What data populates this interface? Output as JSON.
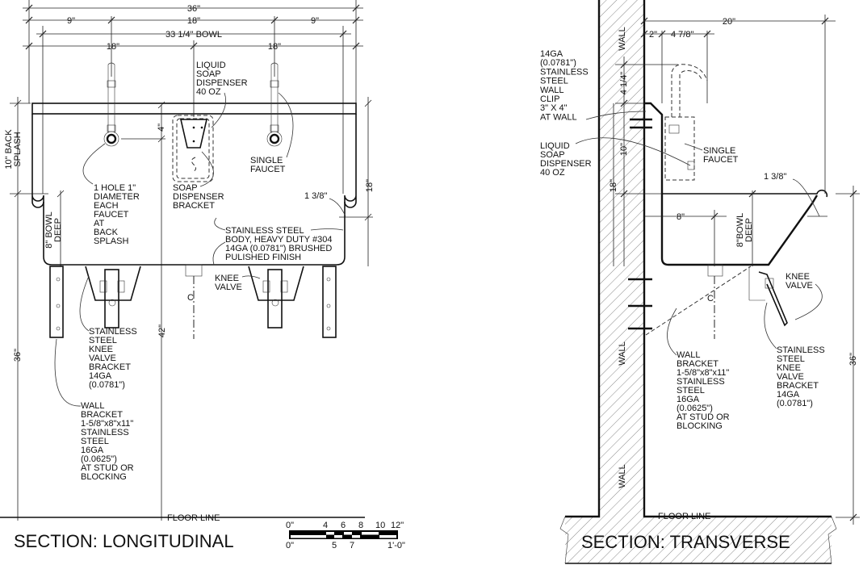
{
  "longitudinal": {
    "title": "SECTION: LONGITUDINAL",
    "floor_line": "FLOOR LINE",
    "dims": {
      "overall": "36\"",
      "left": "9\"",
      "center": "18\"",
      "right": "9\"",
      "bowl": "33 1/4\" BOWL",
      "faucet_left": "18\"",
      "faucet_right": "18\"",
      "four": "4\"",
      "rim": "1 3/8\"",
      "height_right": "18\"",
      "h42": "42\"",
      "h36": "36\""
    },
    "backsplash": [
      "10\" BACK",
      "SPLASH"
    ],
    "bowl_deep": [
      "8\" BOWL",
      "DEEP"
    ],
    "notes": {
      "liquid_soap": [
        "LIQUID",
        "SOAP",
        "DISPENSER",
        "40 OZ"
      ],
      "hole": [
        "1 HOLE 1\"",
        "DIAMETER",
        "EACH",
        "FAUCET",
        "AT",
        "BACK",
        "SPLASH"
      ],
      "soap_bracket": [
        "SOAP",
        "DISPENSER",
        "BRACKET"
      ],
      "single_faucet": [
        "SINGLE",
        "FAUCET"
      ],
      "body": [
        "STAINLESS STEEL",
        "BODY, HEAVY DUTY #304",
        "14GA (0.0781\") BRUSHED",
        "PULISHED FINISH"
      ],
      "knee_valve": [
        "KNEE",
        "VALVE"
      ],
      "knee_bracket": [
        "STAINLESS",
        "STEEL",
        "KNEE",
        "VALVE",
        "BRACKET",
        "14GA",
        "(0.0781\")"
      ],
      "wall_bracket": [
        "WALL",
        "BRACKET",
        "1-5/8\"x8\"x11\"",
        "STAINLESS",
        "STEEL",
        "16GA",
        "(0.0625\")",
        "AT STUD OR",
        "BLOCKING"
      ]
    }
  },
  "scale_bar": {
    "top": [
      "0\"",
      "4",
      "6",
      "8",
      "10",
      "12\""
    ],
    "bottom": [
      "0\"",
      "5",
      "7",
      "1'-0\""
    ]
  },
  "transverse": {
    "title": "SECTION: TRANSVERSE",
    "floor_line": "FLOOR LINE",
    "wall_label": "WALL",
    "dims": {
      "depth": "20\"",
      "two": "2\"",
      "four_7_8": "4 7/8\"",
      "four_1_4": "4 1/4\"",
      "ten": "10\"",
      "eighteen": "18\"",
      "rim": "1 3/8\"",
      "eight": "8\"",
      "h36": "36\""
    },
    "bowl_deep": [
      "8\"BOWL",
      "DEEP"
    ],
    "notes": {
      "wall_clip": [
        "14GA",
        "(0.0781\")",
        "STAINLESS",
        "STEEL",
        "WALL",
        "CLIP",
        "3\" X 4\"",
        "AT WALL"
      ],
      "liquid_soap": [
        "LIQUID",
        "SOAP",
        "DISPENSER",
        "40 OZ"
      ],
      "single_faucet": [
        "SINGLE",
        "FAUCET"
      ],
      "knee_valve": [
        "KNEE",
        "VALVE"
      ],
      "wall_bracket": [
        "WALL",
        "BRACKET",
        "1-5/8\"x8\"x11\"",
        "STAINLESS",
        "STEEL",
        "16GA",
        "(0.0625\")",
        "AT STUD OR",
        "BLOCKING"
      ],
      "knee_bracket": [
        "STAINLESS",
        "STEEL",
        "KNEE",
        "VALVE",
        "BRACKET",
        "14GA",
        "(0.0781\")"
      ]
    }
  }
}
